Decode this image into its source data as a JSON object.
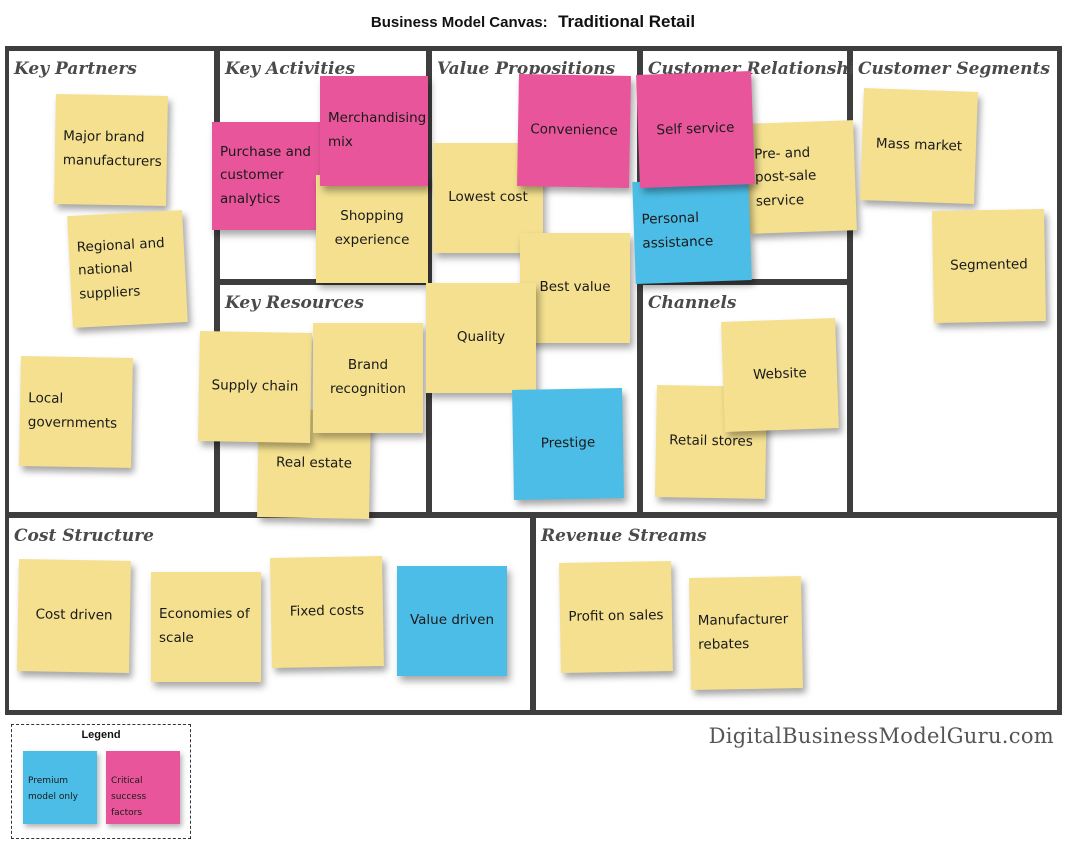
{
  "title": {
    "prefix": "Business Model Canvas:",
    "name": "Traditional Retail"
  },
  "colors": {
    "standard_note": "#f4e08f",
    "premium_note": "#4cbde6",
    "critical_note": "#e8559b",
    "grid_border": "#3e3e3e"
  },
  "blocks": {
    "key_partners": {
      "title": "Key Partners",
      "notes": [
        "Major brand manufacturers",
        "Regional and national suppliers",
        "Local governments"
      ]
    },
    "key_activities": {
      "title": "Key Activities",
      "notes": [
        "Merchandising mix",
        "Purchase and customer analytics",
        "Shopping experience"
      ]
    },
    "value_propositions": {
      "title": "Value Propositions",
      "notes": [
        "Convenience",
        "Lowest cost",
        "Best value",
        "Quality",
        "Prestige"
      ]
    },
    "customer_relationship": {
      "title": "Customer Relationship",
      "notes": [
        "Self service",
        "Pre- and post-sale service",
        "Personal assistance"
      ]
    },
    "customer_segments": {
      "title": "Customer Segments",
      "notes": [
        "Mass market",
        "Segmented"
      ]
    },
    "key_resources": {
      "title": "Key Resources",
      "notes": [
        "Supply chain",
        "Brand recognition",
        "Real estate"
      ]
    },
    "channels": {
      "title": "Channels",
      "notes": [
        "Website",
        "Retail stores"
      ]
    },
    "cost_structure": {
      "title": "Cost Structure",
      "notes": [
        "Cost driven",
        "Economies of scale",
        "Fixed costs",
        "Value driven"
      ]
    },
    "revenue_streams": {
      "title": "Revenue Streams",
      "notes": [
        "Profit on sales",
        "Manufacturer rebates"
      ]
    }
  },
  "legend": {
    "title": "Legend",
    "premium": "Premium model only",
    "critical": "Critical success factors"
  },
  "watermark": "DigitalBusinessModelGuru.com"
}
